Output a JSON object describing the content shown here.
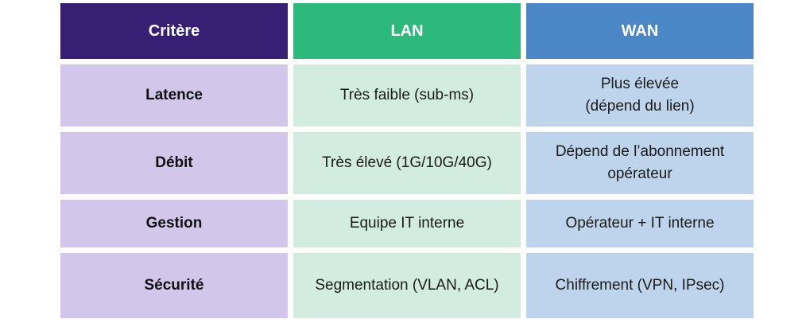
{
  "table": {
    "headers": [
      "Critère",
      "LAN",
      "WAN"
    ],
    "rows": [
      {
        "criterion": "Latence",
        "lan": "Très faible (sub-ms)",
        "wan": "Plus élevée\n(dépend du lien)"
      },
      {
        "criterion": "Débit",
        "lan": "Très élevé (1G/10G/40G)",
        "wan": "Dépend de l’abonnement\nopérateur"
      },
      {
        "criterion": "Gestion",
        "lan": "Equipe IT interne",
        "wan": "Opérateur + IT interne"
      },
      {
        "criterion": "Sécurité",
        "lan": "Segmentation (VLAN, ACL)",
        "wan": "Chiffrement (VPN, IPsec)"
      }
    ]
  },
  "colors": {
    "header_criterion": "#371f73",
    "header_lan": "#2eb97c",
    "header_wan": "#4b86c7",
    "cell_criterion": "#d3c6eb",
    "cell_lan": "#d3ece2",
    "cell_wan": "#bed3ec"
  }
}
